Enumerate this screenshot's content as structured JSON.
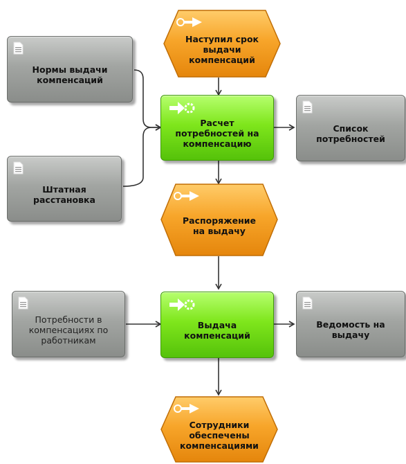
{
  "diagram": {
    "events": {
      "deadline": "Наступил срок\nвыдачи\nкомпенсаций",
      "order": "Распоряжение\nна выдачу",
      "provided": "Сотрудники\nобеспечены\nкомпенсациями"
    },
    "functions": {
      "calc": "Расчет\nпотребностей на\nкомпенсацию",
      "issue": "Выдача\nкомпенсаций"
    },
    "documents": {
      "norms": "Нормы выдачи\nкомпенсаций",
      "staff": "Штатная\nрасстановка",
      "needs_list": "Список\nпотребностей",
      "needs_by_employee": "Потребности в\nкомпенсациях по\nработникам",
      "statement": "Ведомость на\nвыдачу"
    },
    "icons": {
      "document": "document-icon",
      "function": "function-gear-icon",
      "event": "event-arrow-icon"
    },
    "colors": {
      "event": "#f5a623",
      "function": "#7fe61c",
      "document": "#a2a5a2",
      "connector": "#333333"
    }
  }
}
